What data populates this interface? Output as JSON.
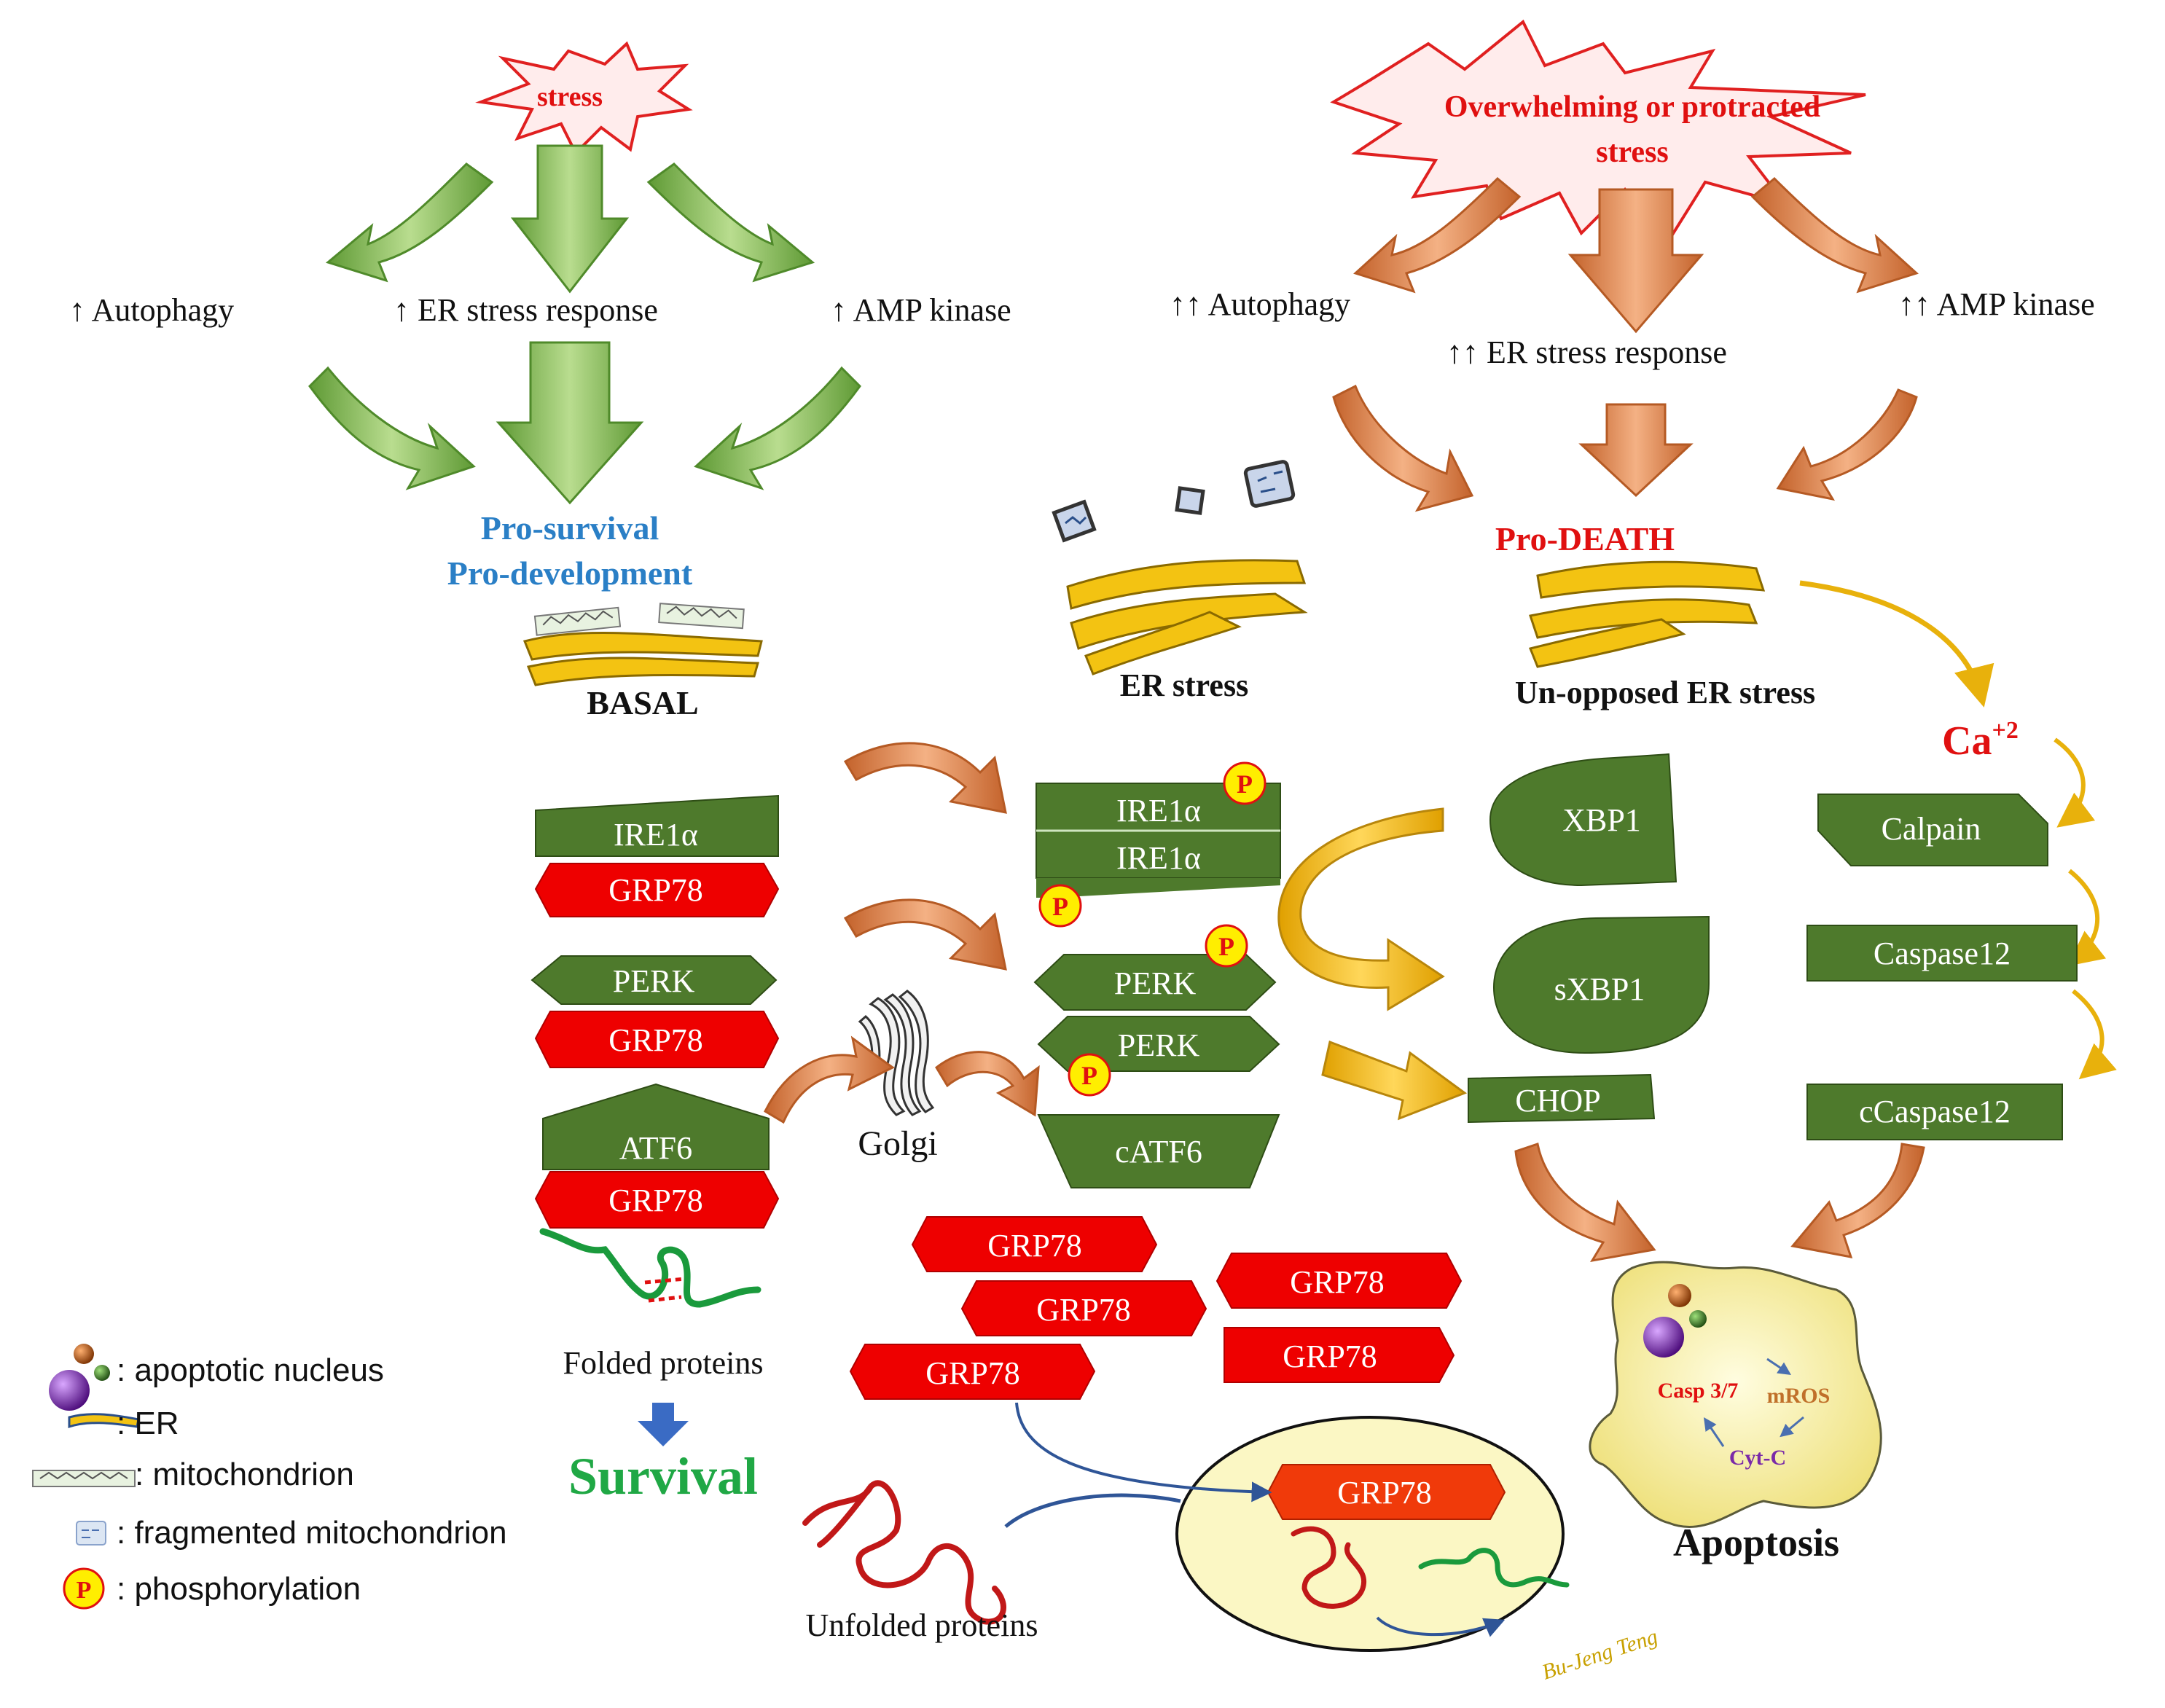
{
  "left_panel": {
    "stress": "stress",
    "autophagy": "↑ Autophagy",
    "er_response": "↑ ER stress response",
    "amp_kinase": "↑ AMP kinase",
    "outcome_line1": "Pro-survival",
    "outcome_line2": "Pro-development",
    "state": "BASAL"
  },
  "right_panel": {
    "stress_line1": "Overwhelming or protracted",
    "stress_line2": "stress",
    "autophagy": "↑↑ Autophagy",
    "er_response": "↑↑ ER stress response",
    "amp_kinase": "↑↑ AMP kinase",
    "outcome": "Pro-DEATH",
    "state": "Un-opposed ER stress"
  },
  "er_stress_label": "ER stress",
  "basal_complexes": {
    "ire1": "IRE1α",
    "perk": "PERK",
    "atf6": "ATF6",
    "grp78": "GRP78",
    "folded": "Folded proteins",
    "survival": "Survival",
    "golgi": "Golgi"
  },
  "active": {
    "ire1_top": "IRE1α",
    "ire1_bottom": "IRE1α",
    "perk_top": "PERK",
    "perk_bottom": "PERK",
    "catf6": "cATF6",
    "phospho": "P"
  },
  "transcription": {
    "xbp1": "XBP1",
    "sxbp1": "sXBP1",
    "chop": "CHOP"
  },
  "calcium": {
    "ca": "Ca",
    "charge": "+2",
    "calpain": "Calpain",
    "caspase12": "Caspase12",
    "ccaspase12": "cCaspase12"
  },
  "free_grp78": [
    "GRP78",
    "GRP78",
    "GRP78",
    "GRP78",
    "GRP78"
  ],
  "chaperone": {
    "grp78": "GRP78",
    "unfolded": "Unfolded proteins",
    "signature": "Bu-Jeng Teng"
  },
  "apoptosis": {
    "title": "Apoptosis",
    "casp": "Casp 3/7",
    "mros": "mROS",
    "cytc": "Cyt-C"
  },
  "legend": [
    {
      "icon": "nucleus",
      "text": ": apoptotic nucleus"
    },
    {
      "icon": "er",
      "text": ": ER"
    },
    {
      "icon": "mitochondrion",
      "text": ": mitochondrion"
    },
    {
      "icon": "fragmented",
      "text": ": fragmented mitochondrion"
    },
    {
      "icon": "phospho",
      "text": ": phosphorylation"
    }
  ],
  "colors": {
    "green_box": "#4e7a2c",
    "red_box": "#ee0000",
    "green_arrow": "#7fb04f",
    "orange_arrow": "#d9874f",
    "gold_arrow": "#e8b10c",
    "blue_text": "#2a7fc6",
    "red_text": "#e01010",
    "survival": "#20a845",
    "phospho_fill": "#ffee00"
  }
}
